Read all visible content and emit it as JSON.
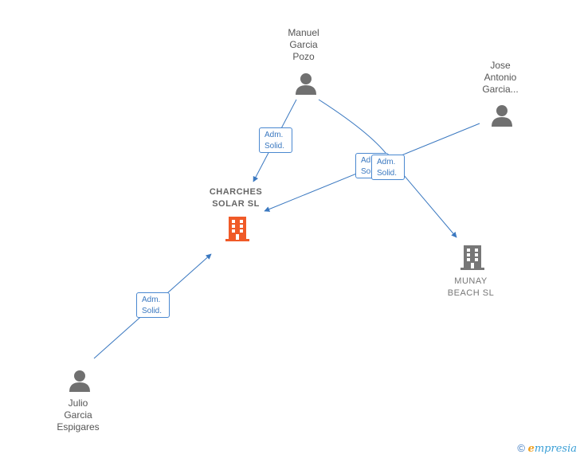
{
  "persons": [
    {
      "id": "manuel",
      "label": "Manuel\nGarcia\nPozo",
      "icon": "person-icon"
    },
    {
      "id": "jose",
      "label": "Jose\nAntonio\nGarcia...",
      "icon": "person-icon"
    },
    {
      "id": "julio",
      "label": "Julio\nGarcia\nEspigares",
      "icon": "person-icon"
    }
  ],
  "companies": [
    {
      "id": "charches",
      "label": "CHARCHES\nSOLAR  SL",
      "icon": "building-icon",
      "color": "#f05a28"
    },
    {
      "id": "munay",
      "label": "MUNAY\nBEACH  SL",
      "icon": "building-icon",
      "color": "#777777"
    }
  ],
  "relations": [
    {
      "from": "manuel",
      "to": "charches",
      "label_line1": "Adm.",
      "label_line2": "Solid."
    },
    {
      "from": "jose",
      "to": "charches",
      "label_line1": "Adm.",
      "label_line2": "Solid."
    },
    {
      "from": "manuel",
      "to": "munay",
      "label_line1": "Adm.",
      "label_line2": "Solid."
    },
    {
      "from": "julio",
      "to": "charches",
      "label_line1": "Adm.",
      "label_line2": "Solid."
    }
  ],
  "colors": {
    "edge": "#3a78c0",
    "person": "#707070"
  },
  "footer": {
    "copyright": "©",
    "brand_initial": "e",
    "brand_rest": "mpresia"
  }
}
